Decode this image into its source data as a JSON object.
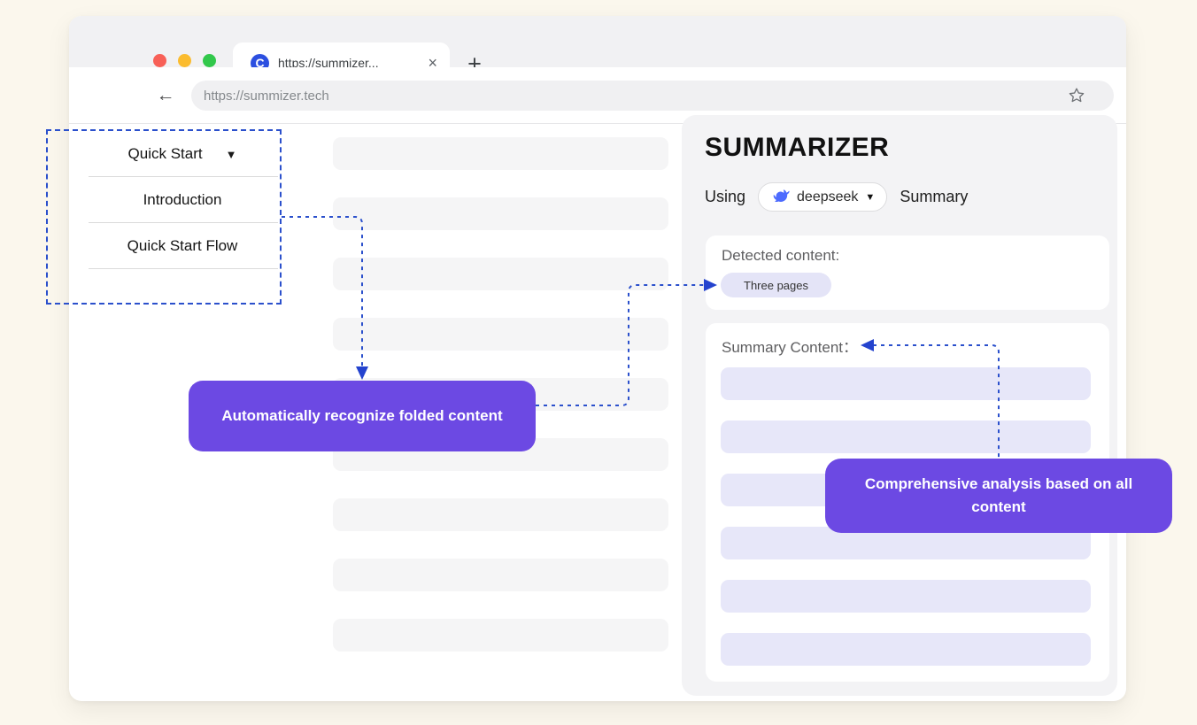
{
  "browser": {
    "tab_title": "https://summizer...",
    "tab_close": "×",
    "new_tab": "+",
    "favicon_letter": "C",
    "url": "https://summizer.tech"
  },
  "menu": {
    "items": [
      {
        "label": "Quick Start",
        "has_dropdown": true
      },
      {
        "label": "Introduction",
        "has_dropdown": false
      },
      {
        "label": "Quick Start Flow",
        "has_dropdown": false
      }
    ]
  },
  "panel": {
    "title": "SUMMARIZER",
    "using_label": "Using",
    "model_name": "deepseek",
    "dropdown_caret": "▼",
    "summary_label": "Summary",
    "detected_card": {
      "label": "Detected content:",
      "badge": "Three pages"
    },
    "summary_card": {
      "label": "Summary Content："
    }
  },
  "callouts": {
    "left": "Automatically recognize folded content",
    "right": "Comprehensive analysis based on all content"
  },
  "placeholders": {
    "article_bars": 9,
    "summary_bars": 6
  },
  "colors": {
    "accent_blue": "#2B50CC",
    "callout_purple": "#6C49E3",
    "lavender_bar": "#E7E7F9",
    "badge_lavender": "#E4E4F7",
    "gray_bar": "#F5F5F6",
    "panel_gray": "#F3F3F5",
    "deepseek_blue": "#4D6BFE",
    "traffic_red": "#F86057",
    "traffic_yellow": "#FBBC2F",
    "traffic_green": "#32C84B",
    "page_background": "#FBF7ED"
  }
}
